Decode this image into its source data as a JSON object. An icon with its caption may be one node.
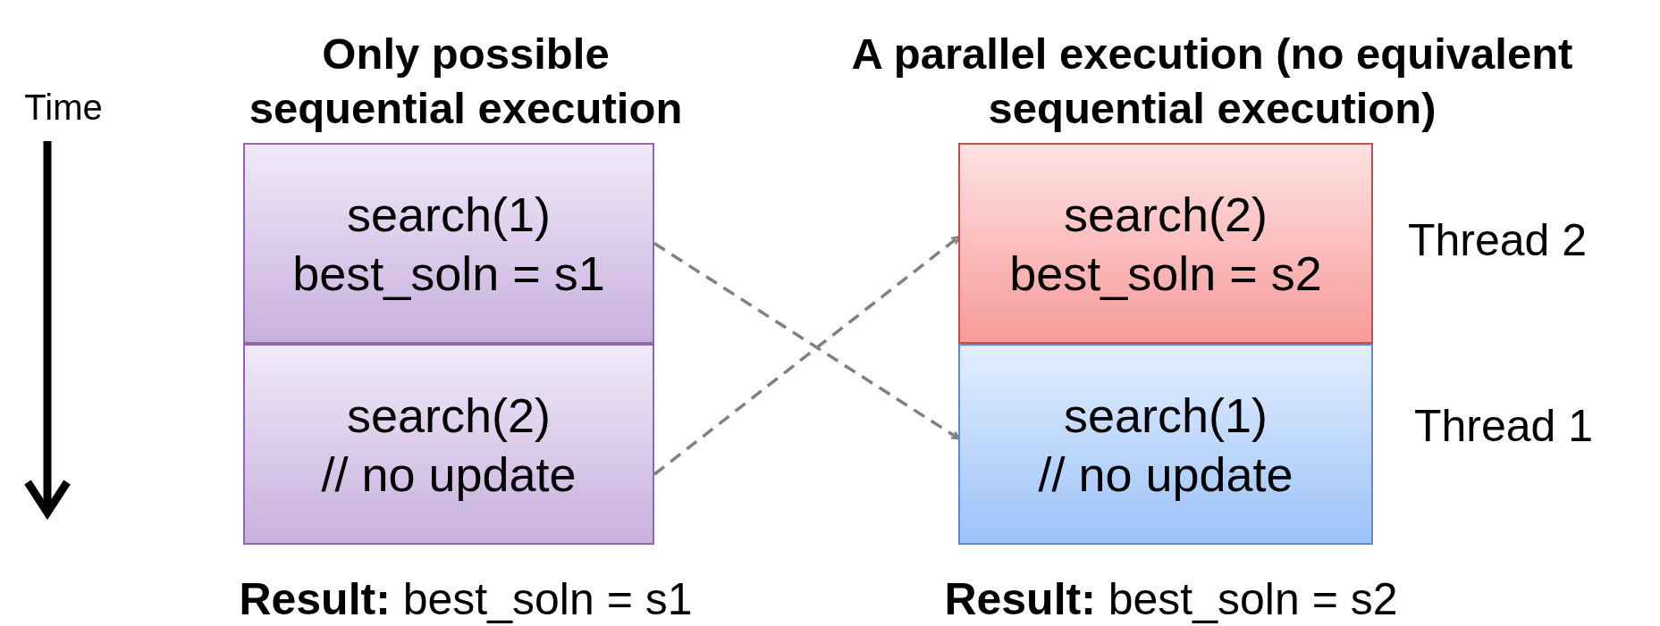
{
  "diagram": {
    "nodes": [
      {
        "text": [
          "search(1)",
          "best_soln = s1"
        ]
      },
      {
        "text": [
          "search(2)",
          "// no update"
        ]
      },
      {
        "text": [
          "search(2)",
          "best_soln = s2"
        ],
        "beside": [
          "Thread 2"
        ]
      },
      {
        "text": [
          "search(1)",
          "// no update"
        ],
        "beside": [
          "Thread 1"
        ]
      }
    ],
    "edges": [
      {
        "from": 0,
        "to": 3,
        "arrow": "to",
        "style": "dashed"
      },
      {
        "from": 1,
        "to": 2,
        "arrow": "to",
        "style": "dashed"
      }
    ],
    "labels": [
      "Time",
      "Only possible sequential execution",
      "A parallel execution (no equivalent sequential execution)",
      "**Result:** best_soln = s1",
      "**Result:** best_soln = s2"
    ]
  }
}
